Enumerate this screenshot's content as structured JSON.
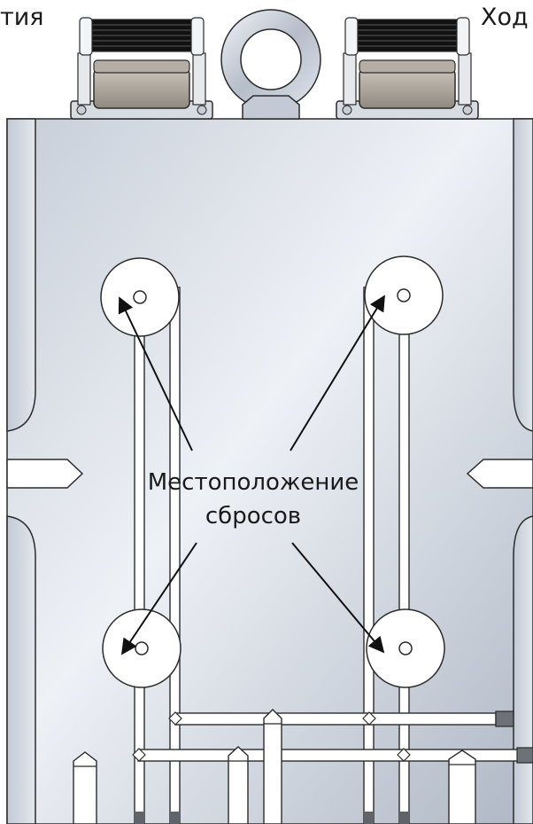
{
  "header": {
    "left_text": "тия",
    "right_text": "Ход"
  },
  "callout": {
    "line1": "Местоположение",
    "line2": "сбросов"
  },
  "colors": {
    "plate_light": "#eef1f6",
    "plate_dark": "#b9c1cd",
    "outline": "#2b2b2b",
    "arrow": "#111111",
    "connector_body": "#a9a39a"
  },
  "parts": {
    "discharge_points": 4,
    "top_connectors": 2,
    "lifting_eye": 1
  }
}
